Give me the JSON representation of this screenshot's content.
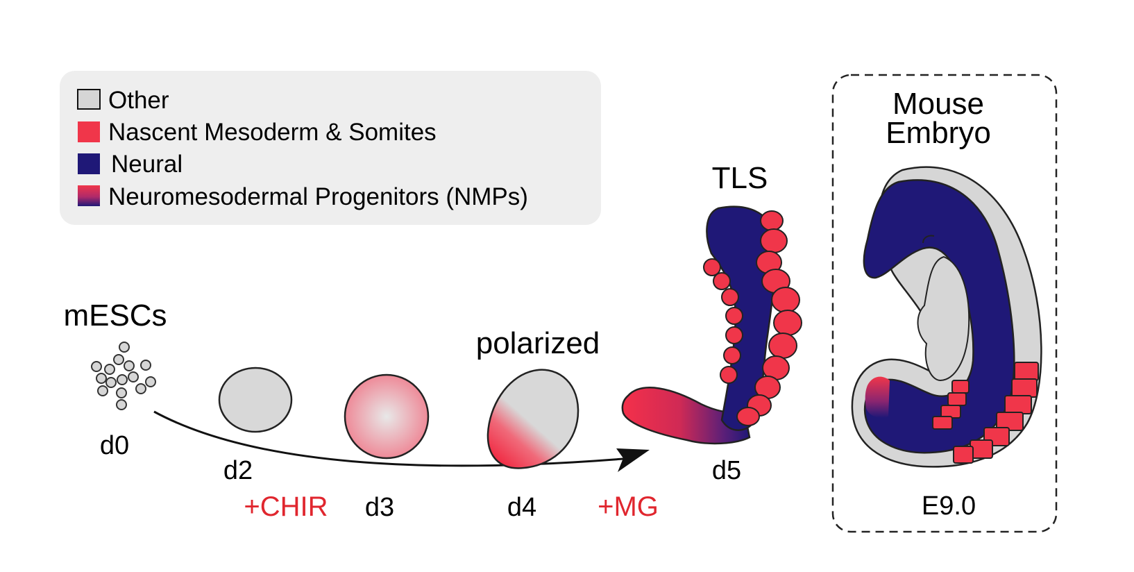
{
  "legend": {
    "items": [
      {
        "label": "Other",
        "swatch": "other"
      },
      {
        "label": "Nascent Mesoderm & Somites",
        "swatch": "mesoderm"
      },
      {
        "label": "Neural",
        "swatch": "neural"
      },
      {
        "label": "Neuromesodermal Progenitors (NMPs)",
        "swatch": "nmp-gradient"
      }
    ]
  },
  "colors": {
    "other": "#d6d6d6",
    "mesoderm": "#f0364a",
    "neural": "#1f1877",
    "treatment": "#e0262e",
    "legend_bg": "#eeeeee"
  },
  "stages": {
    "mescs_label": "mESCs",
    "d0": "d0",
    "d2": "d2",
    "d3": "d3",
    "d4": "d4",
    "d5": "d5",
    "polarized_label": "polarized",
    "tls_label": "TLS"
  },
  "treatments": {
    "chir": "+CHIR",
    "mg": "+MG"
  },
  "embryo_panel": {
    "title_line1": "Mouse",
    "title_line2": "Embryo",
    "stage": "E9.0"
  }
}
